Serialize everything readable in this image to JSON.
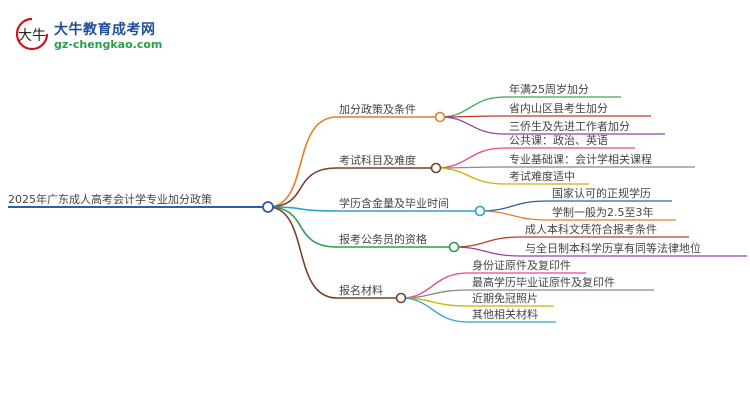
{
  "brand": {
    "logo_glyph": "大牛",
    "title": "大牛教育成考网",
    "url": "gz-chengkao.com",
    "colors": {
      "title": "#1f4e9a",
      "url": "#2a9d4a",
      "logo_red": "#c8161d"
    }
  },
  "mindmap": {
    "root": "2025年广东成人高考会计学专业加分政策",
    "root_color": "#2c5fa8",
    "branches": [
      {
        "label": "加分政策及条件",
        "color": "#e67e22",
        "children": [
          {
            "label": "年满25周岁加分",
            "color": "#3aa655"
          },
          {
            "label": "省内山区县考生加分",
            "color": "#c0392b"
          },
          {
            "label": "三侨生及先进工作者加分",
            "color": "#8e44ad"
          }
        ]
      },
      {
        "label": "考试科目及难度",
        "color": "#7b3f2a",
        "children": [
          {
            "label": "公共课：政治、英语",
            "color": "#e84393"
          },
          {
            "label": "专业基础课：会计学相关课程",
            "color": "#7f8c8d"
          },
          {
            "label": "考试难度适中",
            "color": "#c9b400"
          }
        ]
      },
      {
        "label": "学历含金量及毕业时间",
        "color": "#2aa3d6",
        "children": [
          {
            "label": "国家认可的正规学历",
            "color": "#2c5fa8"
          },
          {
            "label": "学制一般为2.5至3年",
            "color": "#e67e22"
          }
        ]
      },
      {
        "label": "报考公务员的资格",
        "color": "#2e9e48",
        "children": [
          {
            "label": "成人本科文凭符合报考条件",
            "color": "#c0392b"
          },
          {
            "label": "与全日制本科学历享有同等法律地位",
            "color": "#8e44ad"
          }
        ]
      },
      {
        "label": "报名材料",
        "color": "#7b3f2a",
        "children": [
          {
            "label": "身份证原件及复印件",
            "color": "#e84393"
          },
          {
            "label": "最高学历毕业证原件及复印件",
            "color": "#7f8c8d"
          },
          {
            "label": "近期免冠照片",
            "color": "#c9b400"
          },
          {
            "label": "其他相关材料",
            "color": "#2aa3d6"
          }
        ]
      }
    ]
  }
}
